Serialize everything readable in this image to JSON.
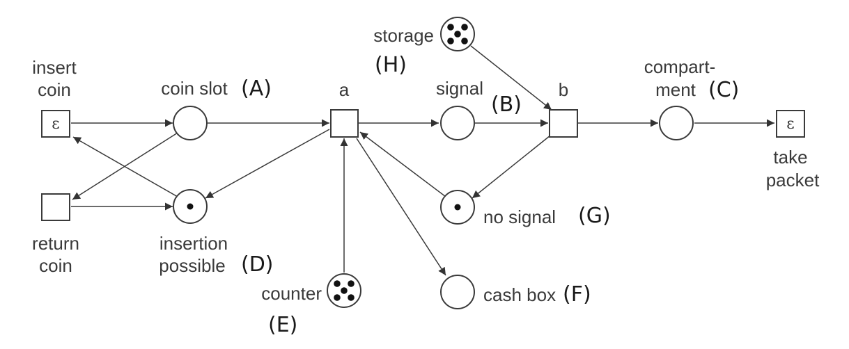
{
  "transitions": {
    "insert_coin": {
      "label_line1": "insert",
      "label_line2": "coin",
      "symbol": "ε"
    },
    "return_coin": {
      "label_line1": "return",
      "label_line2": "coin"
    },
    "a": {
      "label": "a"
    },
    "b": {
      "label": "b"
    },
    "take_packet": {
      "label_line1": "take",
      "label_line2": "packet",
      "symbol": "ε"
    }
  },
  "places": {
    "coin_slot": {
      "label": "coin slot",
      "letter": "(A)",
      "tokens": 0
    },
    "signal": {
      "label": "signal",
      "letter": "(B)",
      "tokens": 0
    },
    "compartment": {
      "label_line1": "compart-",
      "label_line2": "ment",
      "letter": "(C)",
      "tokens": 0
    },
    "insertion_possible": {
      "label_line1": "insertion",
      "label_line2": "possible",
      "letter": "(D)",
      "tokens": 1
    },
    "counter": {
      "label": "counter",
      "letter": "(E)",
      "tokens": 5
    },
    "cash_box": {
      "label": "cash box",
      "letter": "(F)",
      "tokens": 0
    },
    "no_signal": {
      "label": "no signal",
      "letter": "(G)",
      "tokens": 1
    },
    "storage": {
      "label": "storage",
      "letter": "(H)",
      "tokens": 5
    }
  }
}
